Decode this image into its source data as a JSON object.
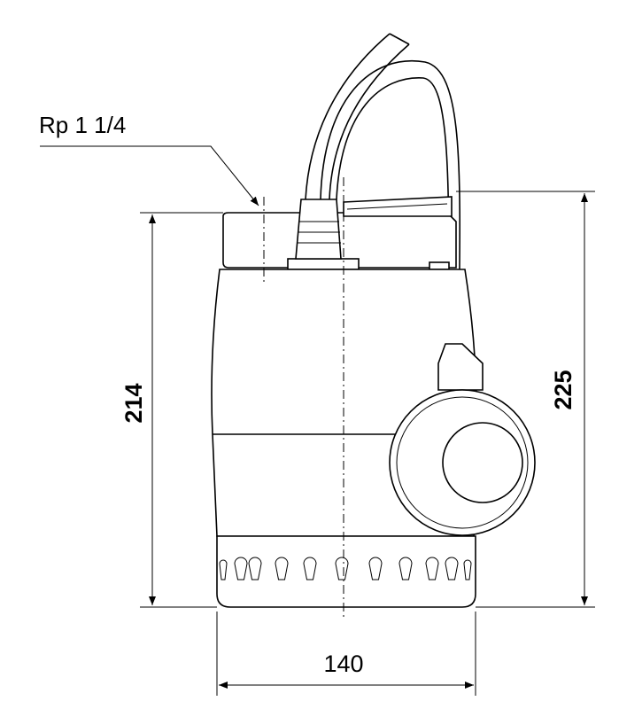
{
  "drawing": {
    "connection_label": "Rp 1 1/4",
    "dimensions": {
      "height_body": "214",
      "height_total": "225",
      "width": "140"
    },
    "line_color": "#000000",
    "background": "#ffffff"
  }
}
